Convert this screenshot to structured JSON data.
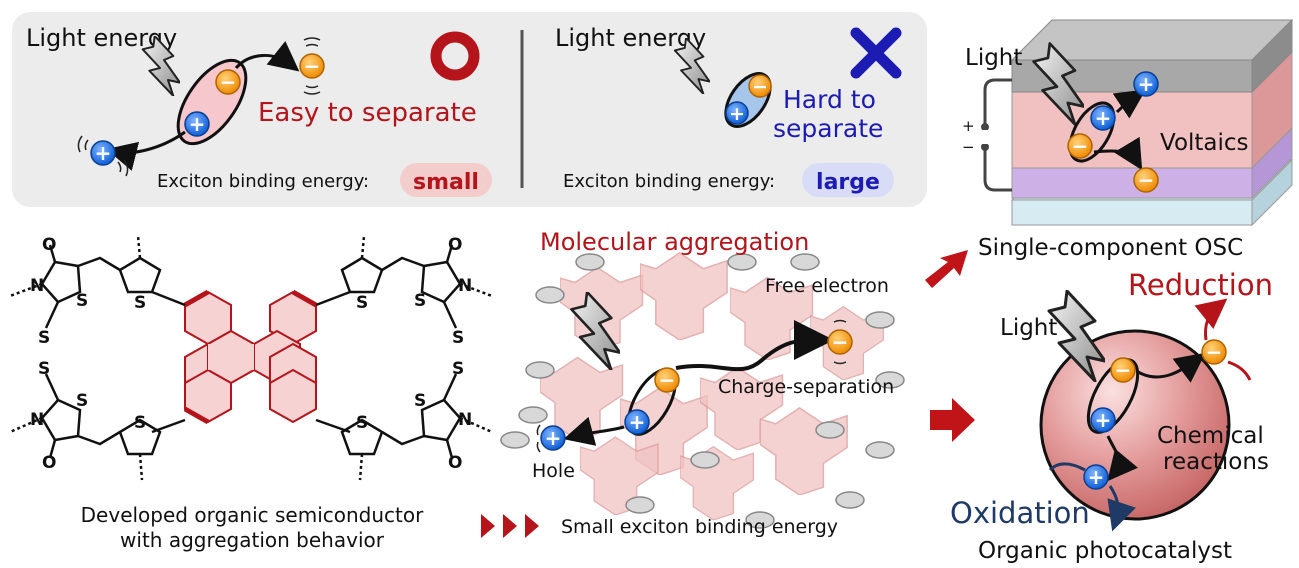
{
  "top_panel": {
    "left": {
      "light_label": "Light energy",
      "result_label": "Easy to separate",
      "binding_prefix": "Exciton binding energy:",
      "binding_value": "small",
      "verdict_icon": "red-circle-icon"
    },
    "right": {
      "light_label": "Light energy",
      "result_line1": "Hard to",
      "result_line2": "separate",
      "binding_prefix": "Exciton binding energy:",
      "binding_value": "large",
      "verdict_icon": "blue-cross-icon"
    }
  },
  "molecule": {
    "caption_line1": "Developed organic semiconductor",
    "caption_line2": "with aggregation behavior",
    "atom_O": "O",
    "atom_N": "N",
    "atom_S": "S"
  },
  "aggregation": {
    "title": "Molecular aggregation",
    "free_electron": "Free electron",
    "charge_separation": "Charge-separation",
    "hole": "Hole",
    "bottom_caption": "Small exciton binding energy"
  },
  "osc": {
    "light_label": "Light",
    "voltaics": "Voltaics",
    "plus": "+",
    "minus": "−",
    "caption": "Single-component OSC"
  },
  "photocatalyst": {
    "light_label": "Light",
    "reduction": "Reduction",
    "oxidation": "Oxidation",
    "reactions_line1": "Chemical",
    "reactions_line2": "reactions",
    "caption": "Organic photocatalyst"
  },
  "charges": {
    "plus": "+",
    "minus": "−"
  },
  "colors": {
    "accent_red": "#b5141a",
    "hole_blue": "#1a6fe0",
    "electron_orange": "#f29a0e",
    "dark_navy": "#1f3a66",
    "panel_gray": "#ececec"
  }
}
